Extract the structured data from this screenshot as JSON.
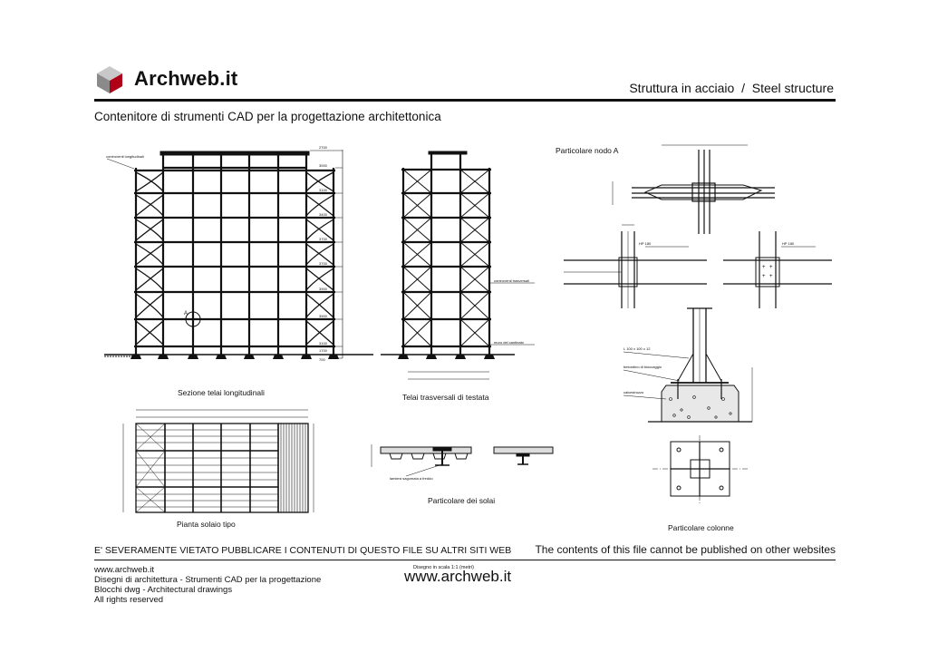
{
  "header": {
    "brand": "Archweb.it",
    "title": "Struttura in acciaio  /  Steel structure",
    "subtitle": "Contenitore di strumenti CAD per la progettazione architettonica"
  },
  "drawing": {
    "longitudinal": {
      "caption": "Sezione telai longitudinali",
      "note": "controventi longitudinali",
      "node_marker": "A",
      "levels": [
        "2700",
        "3000",
        "3100",
        "3400",
        "3700",
        "3700",
        "3900",
        "3900",
        "3100",
        "1700",
        "700"
      ]
    },
    "transverse": {
      "caption": "Telai trasversali di testata",
      "note_bracing": "controventi trasversali",
      "note_wall": "muro del cantinato"
    },
    "node": {
      "caption": "Particolare nodo A",
      "profile_left": "HP 180",
      "profile_right": "HP 180"
    },
    "column": {
      "caption": "Particolare colonne",
      "note_angle": "L 100 x 100 x 12",
      "note_concrete": "betondino di bloccaggio",
      "note_plinth": "calcestruzzo"
    },
    "floor_plan": {
      "caption": "Pianta solaio tipo"
    },
    "floor_detail": {
      "caption": "Particolare dei solai",
      "note": "lamiera sagomata a freddo"
    }
  },
  "footer": {
    "warning_it": "E' SEVERAMENTE VIETATO PUBBLICARE I CONTENUTI DI QUESTO FILE SU ALTRI SITI WEB",
    "warning_en": "The contents of this file cannot be published on other websites",
    "left_lines": [
      "www.archweb.it",
      "Disegni di architettura - Strumenti CAD  per la progettazione",
      "Blocchi dwg - Architectural drawings",
      "All rights reserved"
    ],
    "scale_note": "Disegno in scala 1:1 (metri)",
    "url": "www.archweb.it"
  },
  "colors": {
    "logo_top": "#c8c8c8",
    "logo_left": "#8a8a8a",
    "logo_right": "#b00018",
    "ink": "#111111"
  }
}
